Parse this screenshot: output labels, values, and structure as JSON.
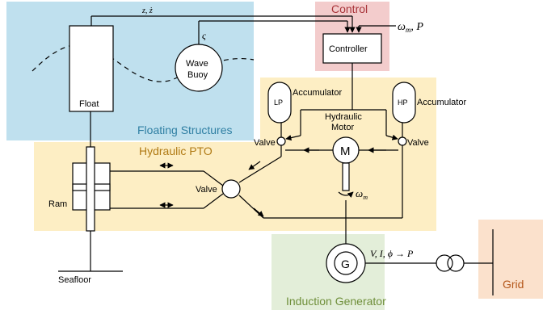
{
  "regions": {
    "control": "Control",
    "floating": "Floating Structures",
    "pto": "Hydraulic PTO",
    "generator": "Induction Generator",
    "grid": "Grid"
  },
  "colors": {
    "floating_bg": "#bfe0ee",
    "control_bg": "#f3cccc",
    "pto_bg": "#fdeec4",
    "generator_bg": "#e3eed9",
    "grid_bg": "#fbe1cc",
    "title_blue": "#2f7fa3",
    "title_red": "#a8343a",
    "title_gold": "#b07a14",
    "title_green": "#6f8f3a",
    "title_orange": "#b4561a"
  },
  "components": {
    "float": "Float",
    "wave_buoy_line1": "Wave",
    "wave_buoy_line2": "Buoy",
    "controller": "Controller",
    "accumulator_left": "Accumulator",
    "accumulator_right": "Accumulator",
    "lp": "LP",
    "hp": "HP",
    "motor_line1": "Hydraulic",
    "motor_line2": "Motor",
    "motor_symbol": "M",
    "valve_left": "Valve",
    "valve_right": "Valve",
    "valve_center": "Valve",
    "ram": "Ram",
    "seafloor": "Seafloor",
    "generator_symbol": "G"
  },
  "signals": {
    "zeta": "ς",
    "omega_p_omega": "ω",
    "omega_p_sub": "m",
    "omega_p_rest": ", P",
    "omega_shaft": "ω",
    "omega_shaft_sub": "m",
    "grid_signal": "V, I, ϕ → P"
  }
}
